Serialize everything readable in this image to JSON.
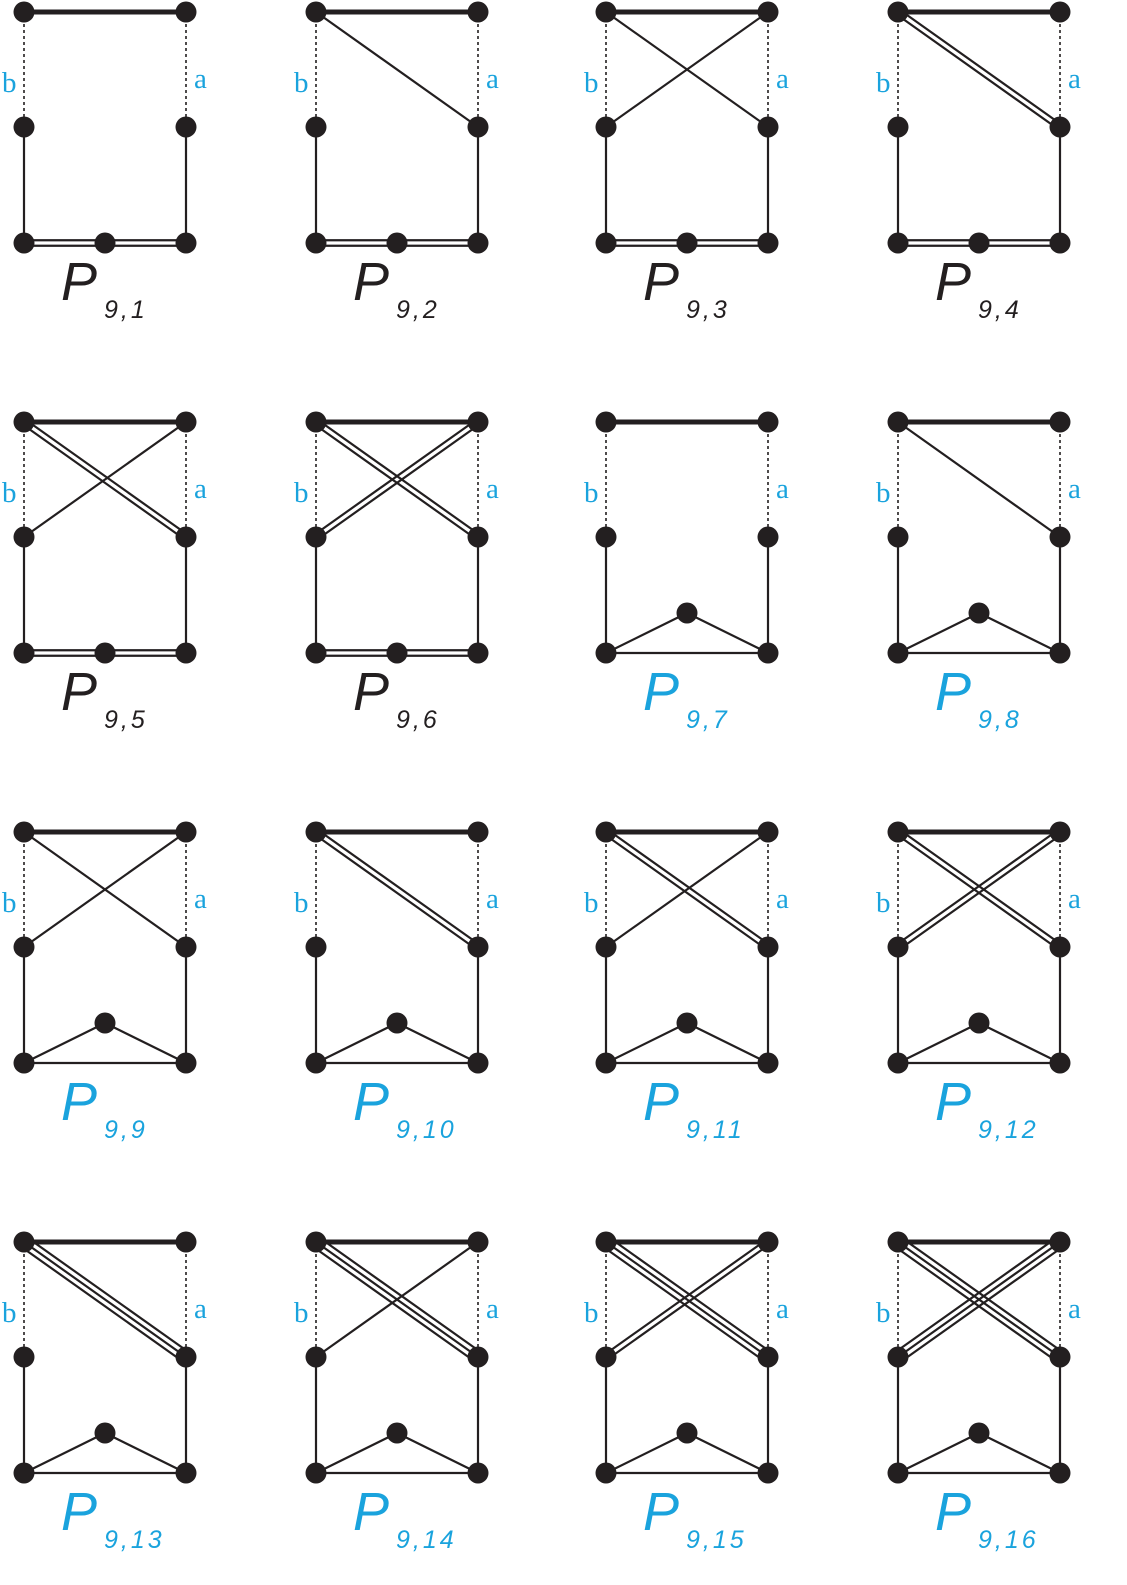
{
  "colors": {
    "ink": "#231f20",
    "highlight": "#1aa3dd"
  },
  "side_labels": {
    "left": "b",
    "right": "a"
  },
  "graphs": [
    {
      "letter": "P",
      "index": "9,1",
      "highlighted": false,
      "bottom": "line",
      "diag_tl_br": 0,
      "diag_tr_bl": 0
    },
    {
      "letter": "P",
      "index": "9,2",
      "highlighted": false,
      "bottom": "line",
      "diag_tl_br": 1,
      "diag_tr_bl": 0
    },
    {
      "letter": "P",
      "index": "9,3",
      "highlighted": false,
      "bottom": "line",
      "diag_tl_br": 1,
      "diag_tr_bl": 1
    },
    {
      "letter": "P",
      "index": "9,4",
      "highlighted": false,
      "bottom": "line",
      "diag_tl_br": 2,
      "diag_tr_bl": 0
    },
    {
      "letter": "P",
      "index": "9,5",
      "highlighted": false,
      "bottom": "line",
      "diag_tl_br": 2,
      "diag_tr_bl": 1
    },
    {
      "letter": "P",
      "index": "9,6",
      "highlighted": false,
      "bottom": "line",
      "diag_tl_br": 2,
      "diag_tr_bl": 2
    },
    {
      "letter": "P",
      "index": "9,7",
      "highlighted": true,
      "bottom": "triangle",
      "diag_tl_br": 0,
      "diag_tr_bl": 0
    },
    {
      "letter": "P",
      "index": "9,8",
      "highlighted": true,
      "bottom": "triangle",
      "diag_tl_br": 1,
      "diag_tr_bl": 0
    },
    {
      "letter": "P",
      "index": "9,9",
      "highlighted": true,
      "bottom": "triangle",
      "diag_tl_br": 1,
      "diag_tr_bl": 1
    },
    {
      "letter": "P",
      "index": "9,10",
      "highlighted": true,
      "bottom": "triangle",
      "diag_tl_br": 2,
      "diag_tr_bl": 0
    },
    {
      "letter": "P",
      "index": "9,11",
      "highlighted": true,
      "bottom": "triangle",
      "diag_tl_br": 2,
      "diag_tr_bl": 1
    },
    {
      "letter": "P",
      "index": "9,12",
      "highlighted": true,
      "bottom": "triangle",
      "diag_tl_br": 2,
      "diag_tr_bl": 2
    },
    {
      "letter": "P",
      "index": "9,13",
      "highlighted": true,
      "bottom": "triangle",
      "diag_tl_br": 3,
      "diag_tr_bl": 0
    },
    {
      "letter": "P",
      "index": "9,14",
      "highlighted": true,
      "bottom": "triangle",
      "diag_tl_br": 3,
      "diag_tr_bl": 1
    },
    {
      "letter": "P",
      "index": "9,15",
      "highlighted": true,
      "bottom": "triangle",
      "diag_tl_br": 3,
      "diag_tr_bl": 2
    },
    {
      "letter": "P",
      "index": "9,16",
      "highlighted": true,
      "bottom": "triangle",
      "diag_tl_br": 3,
      "diag_tr_bl": 3
    }
  ]
}
